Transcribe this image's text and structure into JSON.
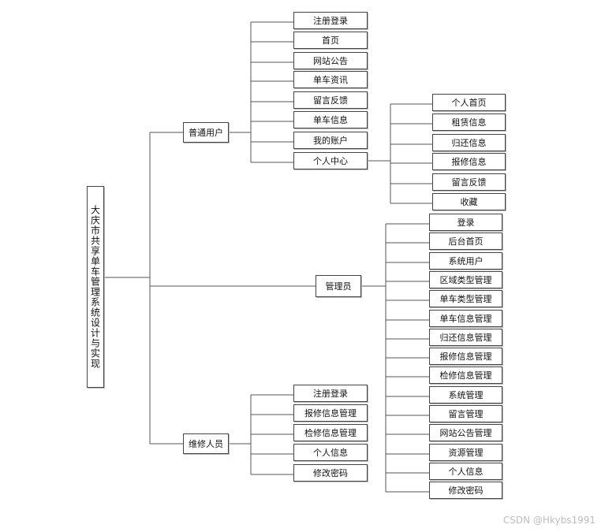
{
  "root": "大庆市共享单车管理系统设计与实现",
  "branches": {
    "user": {
      "label": "普通用户",
      "items": [
        "注册登录",
        "首页",
        "网站公告",
        "单车资讯",
        "留言反馈",
        "单车信息",
        "我的账户",
        "个人中心"
      ],
      "personal_center": [
        "个人首页",
        "租赁信息",
        "归还信息",
        "报修信息",
        "留言反馈",
        "收藏"
      ]
    },
    "admin": {
      "label": "管理员",
      "items": [
        "登录",
        "后台首页",
        "系统用户",
        "区域类型管理",
        "单车类型管理",
        "单车信息管理",
        "归还信息管理",
        "报修信息管理",
        "检修信息管理",
        "系统管理",
        "留言管理",
        "网站公告管理",
        "资源管理",
        "个人信息",
        "修改密码"
      ]
    },
    "repair": {
      "label": "维修人员",
      "items": [
        "注册登录",
        "报修信息管理",
        "检修信息管理",
        "个人信息",
        "修改密码"
      ]
    }
  },
  "watermark": "CSDN @Hkybs1991"
}
